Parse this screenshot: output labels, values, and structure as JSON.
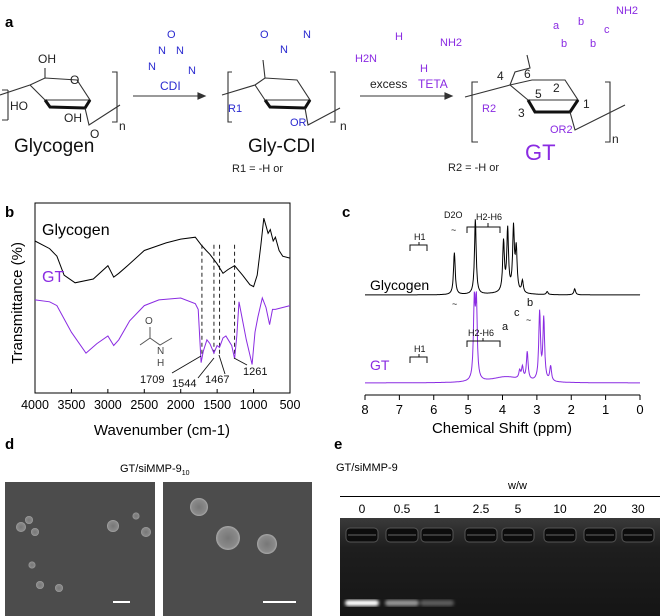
{
  "panels": {
    "a": {
      "label": "a",
      "glycogen": {
        "name": "Glycogen",
        "oh6": "OH",
        "oh3": "HO",
        "oh2": "OH",
        "ring_o": "O",
        "link_o": "O",
        "n": "n"
      },
      "step1": {
        "reagent": "CDI",
        "o": "O",
        "n1": "N",
        "n2": "N",
        "n3": "N",
        "n4": "N"
      },
      "glycdi": {
        "name": "Gly-CDI",
        "r1": "R1",
        "or": "OR",
        "r_def": "R1 = -H or",
        "n": "n"
      },
      "step2": {
        "prefix": "excess",
        "reagent": "TETA",
        "h2n": "H2N",
        "nh2": "NH2",
        "nh": "H"
      },
      "gt": {
        "name": "GT",
        "r2": "R2",
        "or": "OR2",
        "r_def": "R2 = -H or",
        "n": "n",
        "positions": [
          "1",
          "2",
          "3",
          "4",
          "5",
          "6"
        ],
        "proton_labels": [
          "a",
          "b",
          "b",
          "b",
          "c"
        ],
        "nh2": "NH2"
      },
      "colors": {
        "cdi": "#2a2ad0",
        "teta": "#8a2be2"
      }
    },
    "b": {
      "label": "b",
      "series_labels": [
        "Glycogen",
        "GT"
      ],
      "amide_label": {
        "o": "O",
        "n": "N",
        "h": "H"
      },
      "annotations": [
        "1709",
        "1544",
        "1467",
        "1261"
      ]
    },
    "c": {
      "label": "c",
      "series_labels": [
        "Glycogen",
        "GT"
      ],
      "annotations": {
        "d2o": "D2O",
        "h1": "H1",
        "h2h6": "H2-H6",
        "a": "a",
        "b": "b",
        "c": "c"
      }
    },
    "d": {
      "label": "d",
      "title": "GT/siMMP-9",
      "title_sub": "10"
    },
    "e": {
      "label": "e",
      "title": "GT/siMMP-9",
      "ratio_header": "w/w",
      "lanes": [
        "0",
        "0.5",
        "1",
        "2.5",
        "5",
        "10",
        "20",
        "30"
      ],
      "free_sirna_band_intensity": [
        1.0,
        0.55,
        0.3,
        0,
        0,
        0,
        0,
        0
      ]
    }
  },
  "chart_data": [
    {
      "type": "line",
      "panel": "b",
      "xlabel": "Wavenumber (cm-1)",
      "ylabel": "Transmittance (%)",
      "xlim": [
        4000,
        500
      ],
      "x_reversed": true,
      "x_ticks": [
        "4000",
        "3500",
        "3000",
        "2500",
        "2000",
        "1500",
        "1000",
        "500"
      ],
      "y_ticks": [],
      "vertical_dashed_lines": [
        1709,
        1544,
        1467,
        1261
      ],
      "series": [
        {
          "name": "Glycogen",
          "color": "#000000",
          "x": [
            4000,
            3800,
            3700,
            3600,
            3450,
            3200,
            3000,
            2920,
            2850,
            2700,
            2500,
            2200,
            2000,
            1800,
            1720,
            1650,
            1600,
            1500,
            1420,
            1350,
            1260,
            1150,
            1050,
            1000,
            950,
            900,
            860,
            830,
            800,
            770,
            730,
            700,
            650,
            600,
            500
          ],
          "y": [
            80,
            76,
            72,
            62,
            58,
            60,
            67,
            61,
            63,
            68,
            75,
            79,
            81,
            82,
            78,
            75,
            73,
            68,
            63,
            65,
            67,
            62,
            57,
            56,
            62,
            78,
            92,
            88,
            84,
            86,
            80,
            82,
            75,
            72,
            71
          ]
        },
        {
          "name": "GT",
          "color": "#8a2be2",
          "x": [
            4000,
            3800,
            3700,
            3500,
            3300,
            3150,
            3000,
            2920,
            2850,
            2700,
            2500,
            2300,
            2000,
            1800,
            1760,
            1720,
            1690,
            1640,
            1600,
            1544,
            1500,
            1467,
            1420,
            1380,
            1300,
            1261,
            1230,
            1200,
            1160,
            1100,
            1050,
            1020,
            980,
            940,
            880,
            830,
            780,
            740,
            700,
            600,
            500
          ],
          "y": [
            49,
            48,
            46,
            32,
            21,
            26,
            30,
            25,
            28,
            38,
            46,
            49,
            50,
            47,
            44,
            16,
            22,
            28,
            26,
            21,
            25,
            24,
            29,
            30,
            25,
            18,
            30,
            48,
            40,
            28,
            20,
            15,
            32,
            40,
            50,
            45,
            36,
            44,
            44,
            45,
            46
          ]
        }
      ]
    },
    {
      "type": "line",
      "panel": "c",
      "xlabel": "Chemical Shift (ppm)",
      "xlim": [
        8,
        0
      ],
      "x_reversed": true,
      "x_ticks": [
        "8",
        "7",
        "6",
        "5",
        "4",
        "3",
        "2",
        "1",
        "0"
      ],
      "series": [
        {
          "name": "Glycogen",
          "color": "#000000",
          "peaks_ppm": [
            5.4,
            4.79,
            3.97,
            3.85,
            3.68,
            3.6,
            3.42,
            2.7,
            1.9
          ],
          "peak_heights": [
            42,
            75,
            50,
            62,
            63,
            42,
            12,
            3,
            6
          ]
        },
        {
          "name": "GT",
          "color": "#8a2be2",
          "peaks_ppm": [
            4.82,
            4.76,
            3.5,
            3.42,
            3.28,
            2.92,
            2.8,
            2.6
          ],
          "peak_heights": [
            75,
            75,
            8,
            12,
            28,
            68,
            62,
            15
          ]
        }
      ]
    }
  ]
}
